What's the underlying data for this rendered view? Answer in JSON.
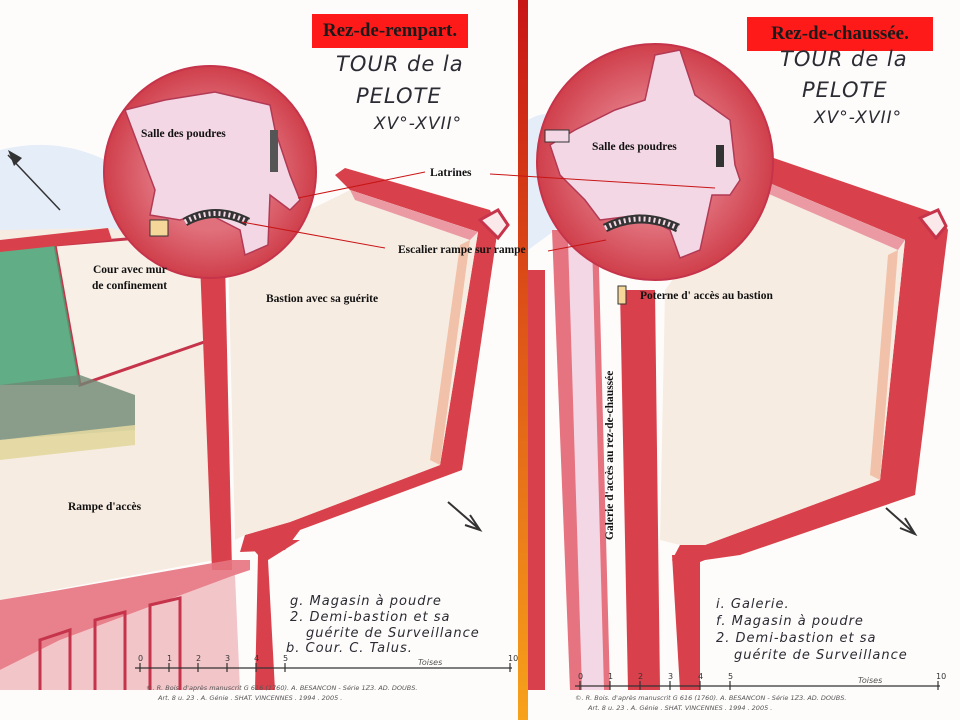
{
  "left_panel": {
    "title": "Rez-de-rempart.",
    "drawing_title": [
      "TOUR de la",
      "PELOTE",
      "XV°-XVII°"
    ],
    "labels": {
      "salle": "Salle des poudres",
      "latrines": "Latrines",
      "escalier": "Escalier rampe sur rampe",
      "cour_line1": "Cour avec mur",
      "cour_line2": "de confinement",
      "bastion": "Bastion avec sa guérite",
      "rampe": "Rampe d'accès"
    },
    "legend": [
      "g. Magasin à poudre",
      "2. Demi-bastion et sa",
      "guérite de Surveillance",
      "b. Cour. C. Talus."
    ],
    "scale": {
      "ticks": [
        "0",
        "1",
        "2",
        "3",
        "4",
        "5",
        "10"
      ],
      "unit": "Toises"
    },
    "credit": [
      "©. R. Bois. d'après manuscrit G 616 (1760). A. BESANCON - Série 1Z3. AD. DOUBS.",
      "Art. 8 u. 23 . A. Génie . SHAT. VINCENNES . 1994 . 2005 ."
    ]
  },
  "right_panel": {
    "title": "Rez-de-chaussée.",
    "drawing_title": [
      "TOUR de la",
      "PELOTE",
      "XV°-XVII°"
    ],
    "labels": {
      "salle": "Salle des poudres",
      "poterne": "Poterne d' accès au bastion",
      "galerie": "Galerie d'accès au rez-de-chaussée"
    },
    "legend": [
      "i. Galerie.",
      "f. Magasin à poudre",
      "2. Demi-bastion et sa",
      "guérite de Surveillance"
    ],
    "scale": {
      "ticks": [
        "0",
        "1",
        "2",
        "3",
        "4",
        "5",
        "10"
      ],
      "unit": "Toises"
    },
    "credit": [
      "©. R. Bois. d'après manuscrit G 616 (1760). A. BESANCON - Série 1Z3. AD. DOUBS.",
      "Art. 8 u. 23 . A. Génie . SHAT. VINCENNES . 1994 . 2005 ."
    ]
  },
  "colors": {
    "wall": "#d8414b",
    "wall_light": "#eb9aa4",
    "interior": "#f3d7e4",
    "floor": "#f7ece2",
    "divider_top": "#c81515",
    "divider_bottom": "#f7a21b",
    "talus_green": "#46a376",
    "talus_dark": "#6e8a74",
    "talus_yellow": "#e2d8a0"
  }
}
